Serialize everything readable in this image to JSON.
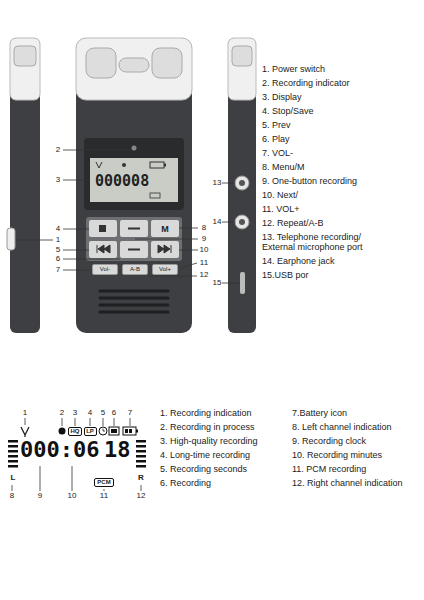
{
  "diagram": {
    "nodes": [
      {
        "text": [
          "Vol-"
        ]
      },
      {
        "text": [
          "A-B"
        ]
      },
      {
        "text": [
          "Vol+"
        ]
      },
      {
        "text": [
          "HQ"
        ]
      },
      {
        "text": [
          "LP"
        ]
      },
      {
        "text": [
          "PCM"
        ]
      }
    ],
    "labels": [
      "1. Power switch",
      "2. Recording indicator",
      "3. Display",
      "4. Stop/Save",
      "5. Prev",
      "6. Play",
      "7. VOL-",
      "8. Menu/M",
      "9. One-button recording",
      "10. Next/",
      "11. VOL+",
      "12. Repeat/A-B",
      "13. Telephone recording/ External microphone port",
      "14. Earphone jack",
      "15.USB por",
      "2",
      "3",
      "4",
      "1",
      "5",
      "6",
      "7",
      "8",
      "9",
      "10",
      "11",
      "12",
      "13",
      "14",
      "15",
      "000008",
      "1. Recording indication",
      "2. Recording in process",
      "3. High-quality recording",
      "4. Long-time recording",
      "5. Recording seconds",
      "6. Recording",
      "7.Battery icon",
      "8. Left channel indication",
      "9. Recording clock",
      "10. Recording minutes",
      "11. PCM recording",
      "12. Right channel indication",
      "1",
      "2",
      "3",
      "4",
      "5",
      "6",
      "7",
      "8",
      "9",
      "10",
      "11",
      "12",
      "000:06",
      "18",
      "L",
      "R",
      "M"
    ]
  }
}
